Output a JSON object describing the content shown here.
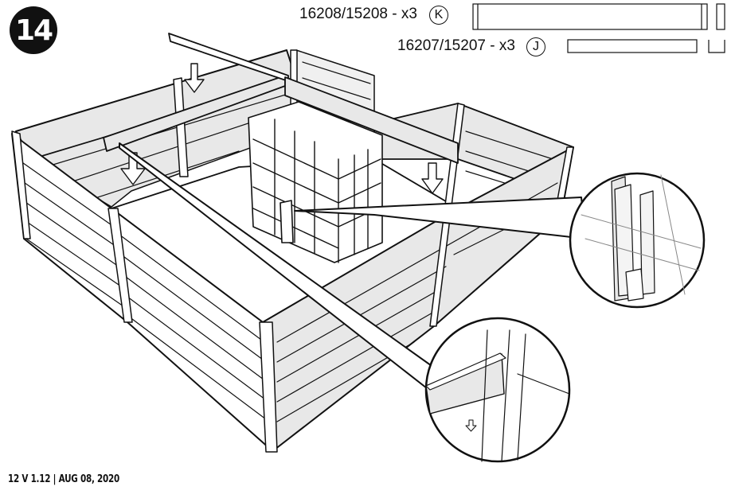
{
  "step": {
    "number": "14"
  },
  "parts": [
    {
      "code": "16208/15208 - x3",
      "letter": "K",
      "icon": "long-beam-profile-icon"
    },
    {
      "code": "16207/15207 - x3",
      "letter": "J",
      "icon": "short-beam-u-channel-icon"
    }
  ],
  "footer": {
    "page": "12",
    "version": "V 1.12",
    "separator": "|",
    "date": "AUG 08, 2020",
    "text": "12  V 1.12 | AUG 08, 2020"
  },
  "illustration": {
    "subject": "raised garden bed assembly with three top cross beams",
    "arrows": 4,
    "detail_callouts": [
      {
        "name": "corner-channel-detail",
        "description": "U-channel connectors detail"
      },
      {
        "name": "beam-seat-detail",
        "description": "beam lowered into post slot",
        "icon": "down-arrow-icon"
      }
    ],
    "colors": {
      "line": "#111111",
      "panel_fill": "#e8e8e8",
      "background": "#ffffff"
    }
  }
}
